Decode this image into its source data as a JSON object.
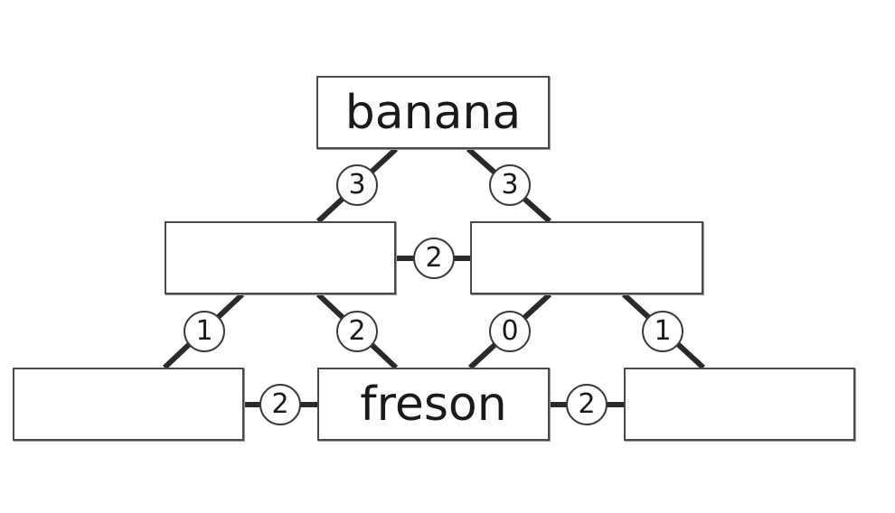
{
  "nodes": {
    "top": "banana",
    "middle_left": "",
    "middle_right": "",
    "bottom_left": "",
    "bottom_center": "freson",
    "bottom_right": ""
  },
  "edges": {
    "top_to_middle_left": "3",
    "top_to_middle_right": "3",
    "middle_left_to_middle_right": "2",
    "middle_left_to_bottom_left": "1",
    "middle_left_to_bottom_center": "2",
    "middle_right_to_bottom_center": "0",
    "middle_right_to_bottom_right": "1",
    "bottom_left_to_bottom_center": "2",
    "bottom_center_to_bottom_right": "2"
  },
  "colors": {
    "line": "#2a2a2a",
    "box_border": "#4a4a4a",
    "background": "#ffffff"
  }
}
